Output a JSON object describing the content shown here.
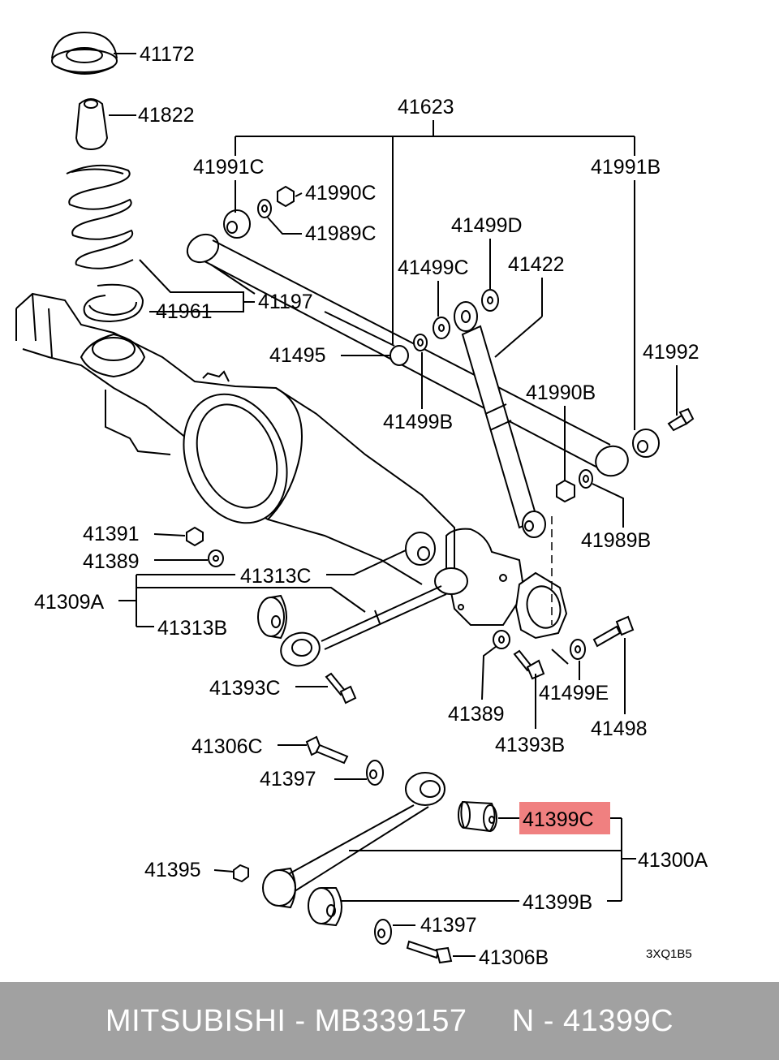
{
  "labels": {
    "p41172": "41172",
    "p41822": "41822",
    "p41623": "41623",
    "p41991C": "41991C",
    "p41991B": "41991B",
    "p41990C": "41990C",
    "p41989C": "41989C",
    "p41499D": "41499D",
    "p41422": "41422",
    "p41499C": "41499C",
    "p41197": "41197",
    "p41961": "41961",
    "p41495": "41495",
    "p41992": "41992",
    "p41499B": "41499B",
    "p41990B": "41990B",
    "p41989B": "41989B",
    "p41391": "41391",
    "p41389a": "41389",
    "p41313C": "41313C",
    "p41309A": "41309A",
    "p41313B": "41313B",
    "p41393C": "41393C",
    "p41389b": "41389",
    "p41499E": "41499E",
    "p41498": "41498",
    "p41393B": "41393B",
    "p41306C": "41306C",
    "p41397a": "41397",
    "p41399C": "41399C",
    "p41300A": "41300A",
    "p41395": "41395",
    "p41399B": "41399B",
    "p41397b": "41397",
    "p41306B": "41306B"
  },
  "diagram_code": "3XQ1B5",
  "highlight": {
    "part": "41399C",
    "color": "#f08080"
  },
  "footer": {
    "text": "MITSUBISHI - MB339157     N - 41399C",
    "background": "#a1a1a1"
  }
}
